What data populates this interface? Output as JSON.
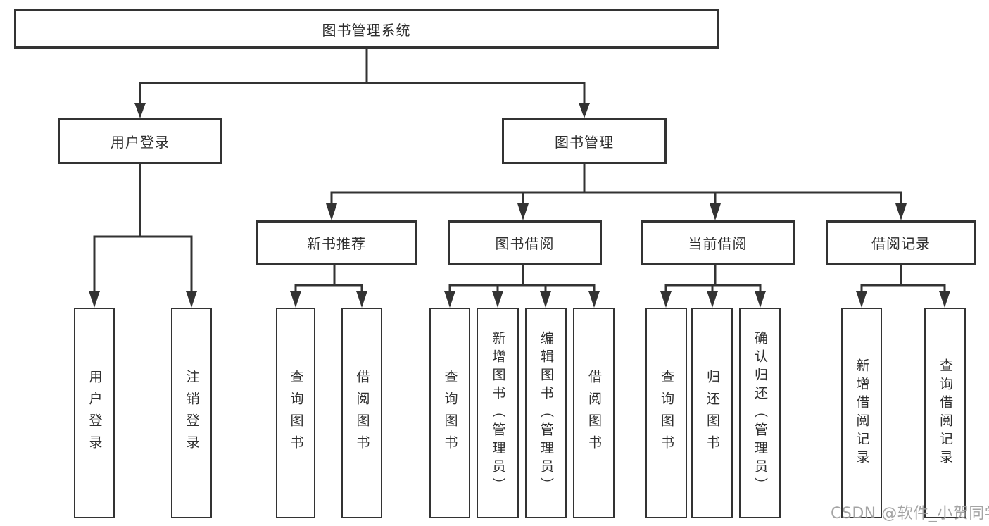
{
  "colors": {
    "line": "#333333",
    "border": "#333333",
    "text": "#2f2f2f",
    "background": "#ffffff",
    "watermark": "#949494"
  },
  "nodes": {
    "root": "图书管理系统",
    "level2": {
      "user_login": "用户登录",
      "book_mgmt": "图书管理"
    },
    "level3": {
      "new_books": "新书推荐",
      "book_borrow": "图书借阅",
      "current_borrow": "当前借阅",
      "borrow_records": "借阅记录"
    },
    "leaves": {
      "user_login_1": "用户登录",
      "user_login_2": "注销登录",
      "new_books_1": "查询图书",
      "new_books_2": "借阅图书",
      "book_borrow_1": "查询图书",
      "book_borrow_2": "新增图书（管理员）",
      "book_borrow_3": "编辑图书（管理员）",
      "book_borrow_4": "借阅图书",
      "current_borrow_1": "查询图书",
      "current_borrow_2": "归还图书",
      "current_borrow_3": "确认归还（管理员）",
      "borrow_records_1": "新增借阅记录",
      "borrow_records_2": "查询借阅记录"
    }
  },
  "watermark": {
    "text": "CSDN @软件_小贺同学"
  }
}
